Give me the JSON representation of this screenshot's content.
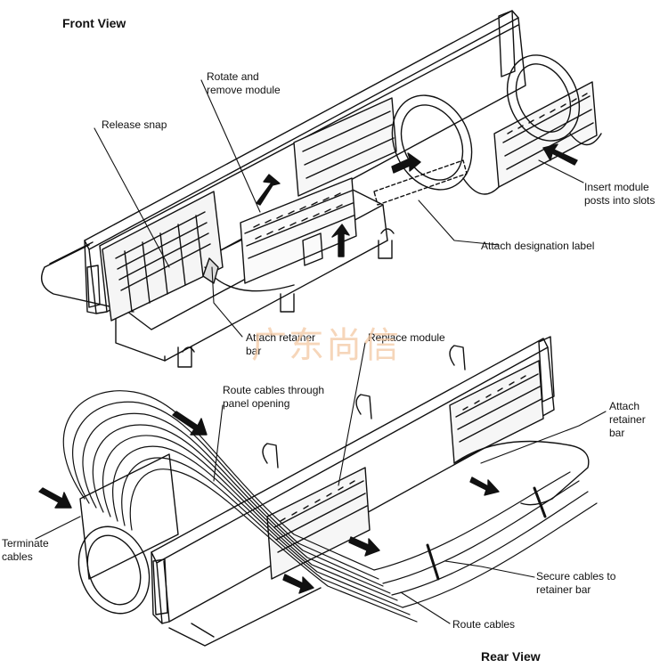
{
  "titles": {
    "front": "Front View",
    "rear": "Rear View"
  },
  "callouts": {
    "rotate_remove": "Rotate and\nremove module",
    "release_snap": "Release snap",
    "insert_module": "Insert module\nposts into slots",
    "attach_label": "Attach designation label",
    "attach_retainer_front": "Attach retainer\nbar",
    "replace_module": "Replace module",
    "route_through": "Route cables through\npanel opening",
    "attach_retainer_rear": "Attach\nretainer\nbar",
    "terminate": "Terminate\ncables",
    "secure_cables": "Secure cables to\nretainer bar",
    "route_cables": "Route cables"
  },
  "watermark": "广东尚信"
}
